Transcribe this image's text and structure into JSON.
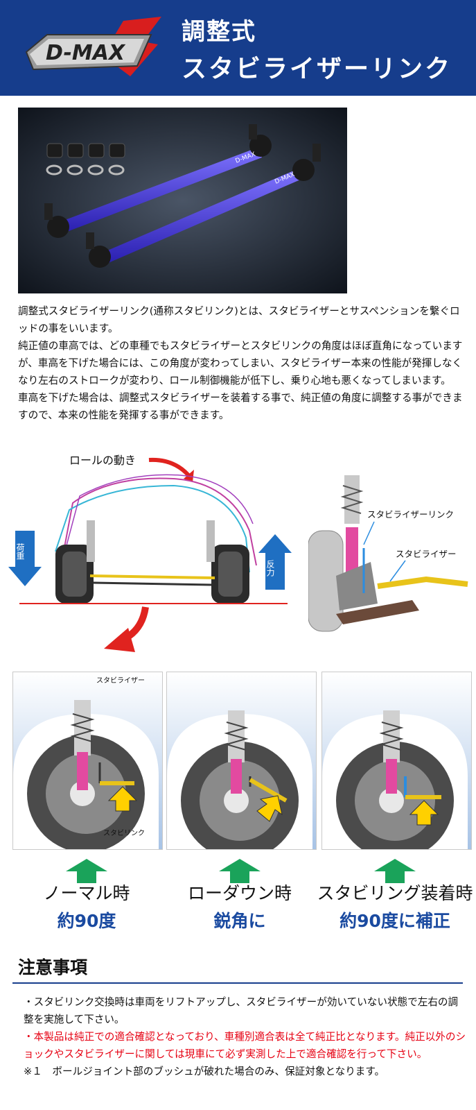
{
  "header": {
    "logo_text": "D-MAX",
    "title_line1": "調整式",
    "title_line2": "スタビライザーリンク"
  },
  "photo": {
    "rod_label": "D-MAX"
  },
  "intro": [
    "調整式スタビライザーリンク(通称スタビリンク)とは、スタビライザーとサスペンションを繋ぐロッドの事をいいます。",
    "純正値の車高では、どの車種でもスタビライザーとスタビリンクの角度はほぼ直角になっていますが、車高を下げた場合には、この角度が変わってしまい、スタビライザー本来の性能が発揮しなくなり左右のストロークが変わり、ロール制御機能が低下し、乗り心地も悪くなってしまいます。",
    "車高を下げた場合は、調整式スタビライザーを装着する事で、純正値の角度に調整する事ができますので、本来の性能を発揮する事ができます。"
  ],
  "diagram": {
    "roll_label": "ロールの動き",
    "load_label": "荷重",
    "reaction_label": "反力",
    "link_label": "スタビライザーリンク",
    "stabilizer_label": "スタビライザー"
  },
  "panels": {
    "stabilizer_label": "スタビライザー",
    "link_label": "スタビリンク",
    "items": [
      {
        "label": "ノーマル時",
        "sub": "約90度"
      },
      {
        "label": "ローダウン時",
        "sub": "鋭角に"
      },
      {
        "label": "スタビリング装着時",
        "sub": "約90度に補正"
      }
    ]
  },
  "notes": {
    "title": "注意事項",
    "line1": "・スタビリンク交換時は車両をリフトアップし、スタビライザーが効いていない状態で左右の調整を実施して下さい。",
    "line2": "・本製品は純正での適合確認となっており、車種別適合表は全て純正比となります。純正以外のショックやスタビライザーに関しては現車にて必ず実測した上で適合確認を行って下さい。",
    "line3": "※１　ボールジョイント部のブッシュが破れた場合のみ、保証対象となります。"
  },
  "colors": {
    "header_bg": "#163d8c",
    "accent_red": "#e60012",
    "rod_blue": "#3b2fd6",
    "arrow_blue": "#1f6fc2",
    "arrow_green": "#1aa35a"
  }
}
